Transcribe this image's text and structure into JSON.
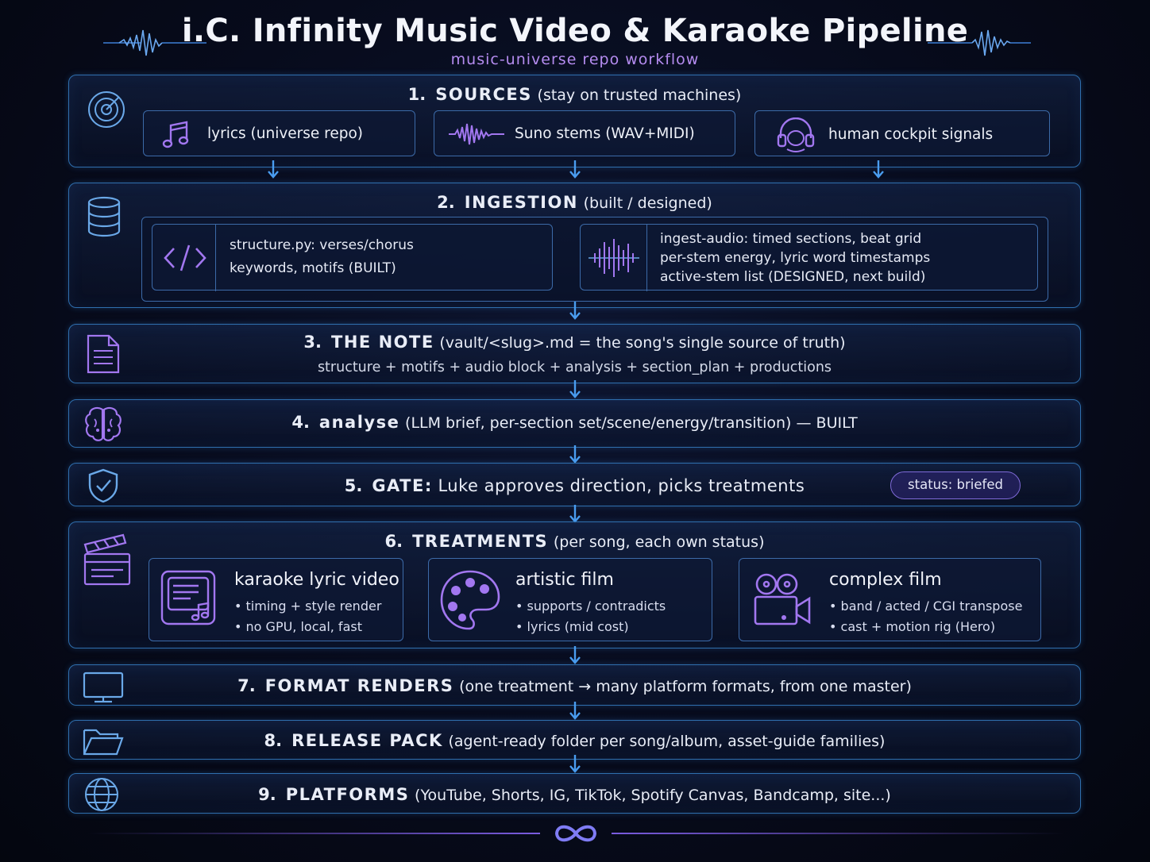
{
  "header": {
    "title": "i.C. Infinity Music Video & Karaoke Pipeline",
    "subtitle": "music-universe repo workflow"
  },
  "stages": [
    {
      "num": "1.",
      "name": "SOURCES",
      "desc": "(stay on trusted machines)",
      "icon": "target-icon",
      "cards": [
        {
          "label": "lyrics (universe repo)",
          "icon": "music-note-icon"
        },
        {
          "label": "Suno stems (WAV+MIDI)",
          "icon": "waveform-icon"
        },
        {
          "label": "human cockpit signals",
          "icon": "headset-icon"
        }
      ]
    },
    {
      "num": "2.",
      "name": "INGESTION",
      "desc": "(built / designed)",
      "icon": "database-icon",
      "cards": [
        {
          "lines": [
            "structure.py:  verses/chorus",
            "keywords, motifs (BUILT)"
          ],
          "icon": "code-icon"
        },
        {
          "lines": [
            "ingest-audio: timed sections, beat grid",
            "per-stem energy, lyric word timestamps",
            "active-stem list (DESIGNED, next build)"
          ],
          "icon": "audio-icon"
        }
      ]
    },
    {
      "num": "3.",
      "name": "THE NOTE",
      "desc": "(vault/<slug>.md = the song's single source of truth)",
      "icon": "document-icon",
      "sub": "structure + motifs + audio block + analysis + section_plan + productions"
    },
    {
      "num": "4.",
      "name": "analyse",
      "desc": "(LLM brief, per-section set/scene/energy/transition) — BUILT",
      "icon": "brain-icon"
    },
    {
      "num": "5.",
      "name": "GATE:",
      "desc": "Luke approves direction, picks treatments",
      "icon": "shield-check-icon",
      "badge": "status: briefed"
    },
    {
      "num": "6.",
      "name": "TREATMENTS",
      "desc": "(per song, each own status)",
      "icon": "clapperboard-icon",
      "cards": [
        {
          "title": "karaoke lyric video",
          "bullets": [
            "timing + style render",
            "no GPU, local, fast"
          ],
          "icon": "lyric-video-icon"
        },
        {
          "title": "artistic film",
          "bullets": [
            "supports / contradicts",
            "lyrics (mid cost)"
          ],
          "icon": "palette-icon"
        },
        {
          "title": "complex film",
          "bullets": [
            "band / acted / CGI transpose",
            "cast + motion rig (Hero)"
          ],
          "icon": "film-camera-icon"
        }
      ]
    },
    {
      "num": "7.",
      "name": "FORMAT RENDERS",
      "desc": "(one treatment  →  many platform formats, from one master)",
      "icon": "monitor-icon"
    },
    {
      "num": "8.",
      "name": "RELEASE PACK",
      "desc": "(agent-ready folder per song/album, asset-guide families)",
      "icon": "folder-icon"
    },
    {
      "num": "9.",
      "name": "PLATFORMS",
      "desc": "(YouTube, Shorts, IG, TikTok, Spotify Canvas, Bandcamp, site...)",
      "icon": "globe-icon"
    }
  ],
  "colors": {
    "border": "#2f6fae",
    "arrow": "#4a9df0",
    "accent_purple": "#a277f0",
    "icon_blue": "#6aa8e8"
  }
}
